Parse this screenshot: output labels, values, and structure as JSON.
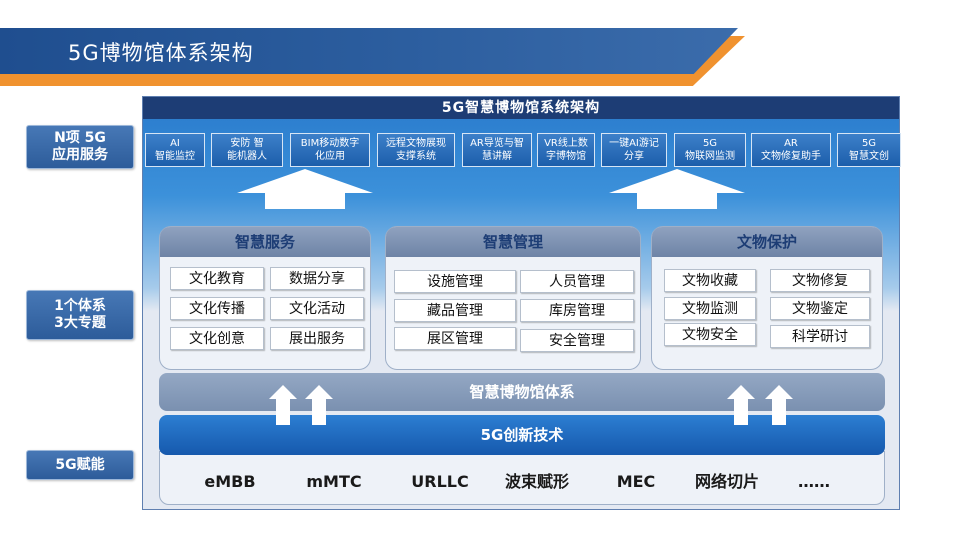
{
  "slide": {
    "title": "5G博物馆体系架构"
  },
  "side_labels": {
    "services": "N项 5G\n应用服务",
    "system": "1个体系\n3大专题",
    "enable": "5G赋能"
  },
  "diagram": {
    "title": "5G智慧博物馆系统架构",
    "services": [
      "AI\n智能监控",
      "安防 智\n能机器人",
      "BIM移动数字\n化应用",
      "远程文物展现\n支撑系统",
      "AR导览与智\n慧讲解",
      "VR线上数\n字博物馆",
      "一键AI游记\n分享",
      "5G\n物联网监测",
      "AR\n文物修复助手",
      "5G\n智慧文创"
    ],
    "groups": [
      {
        "title": "智慧服务",
        "items": [
          "文化教育",
          "数据分享",
          "文化传播",
          "文化活动",
          "文化创意",
          "展出服务"
        ]
      },
      {
        "title": "智慧管理",
        "items": [
          "设施管理",
          "人员管理",
          "藏品管理",
          "库房管理",
          "展区管理",
          "安全管理"
        ]
      },
      {
        "title": "文物保护",
        "items": [
          "文物收藏",
          "文物修复",
          "文物监测",
          "文物鉴定",
          "文物安全",
          "科学研讨"
        ]
      }
    ],
    "system_band": "智慧博物馆体系",
    "tech_band": "5G创新技术",
    "technologies": [
      "eMBB",
      "mMTC",
      "URLLC",
      "波束赋形",
      "MEC",
      "网络切片",
      "……"
    ]
  },
  "colors": {
    "header_blue": "#1f4e8f",
    "accent_orange": "#f0922f",
    "band_blue": "#1659ad",
    "group_header": "#7a90b0"
  }
}
